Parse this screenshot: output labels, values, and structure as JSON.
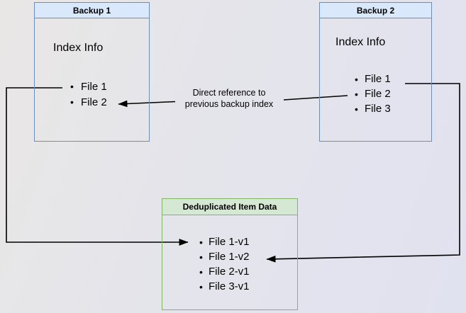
{
  "diagram": {
    "boxes": {
      "backup1": {
        "title": "Backup 1",
        "subtitle": "Index Info",
        "items": [
          "File 1",
          "File 2"
        ]
      },
      "backup2": {
        "title": "Backup 2",
        "subtitle": "Index Info",
        "items": [
          "File 1",
          "File 2",
          "File 3"
        ]
      },
      "dedup": {
        "title": "Deduplicated Item Data",
        "items": [
          "File 1-v1",
          "File 1-v2",
          "File 2-v1",
          "File 3-v1"
        ]
      }
    },
    "annotation": {
      "line1": "Direct reference to",
      "line2": "previous backup index"
    },
    "bullet_glyph": "•",
    "colors": {
      "blue_fill": "#dae8fc",
      "blue_border": "#6c8ebf",
      "green_fill": "#d5e8d4",
      "green_border": "#82b366",
      "arrow": "#000000",
      "text": "#000000"
    }
  }
}
